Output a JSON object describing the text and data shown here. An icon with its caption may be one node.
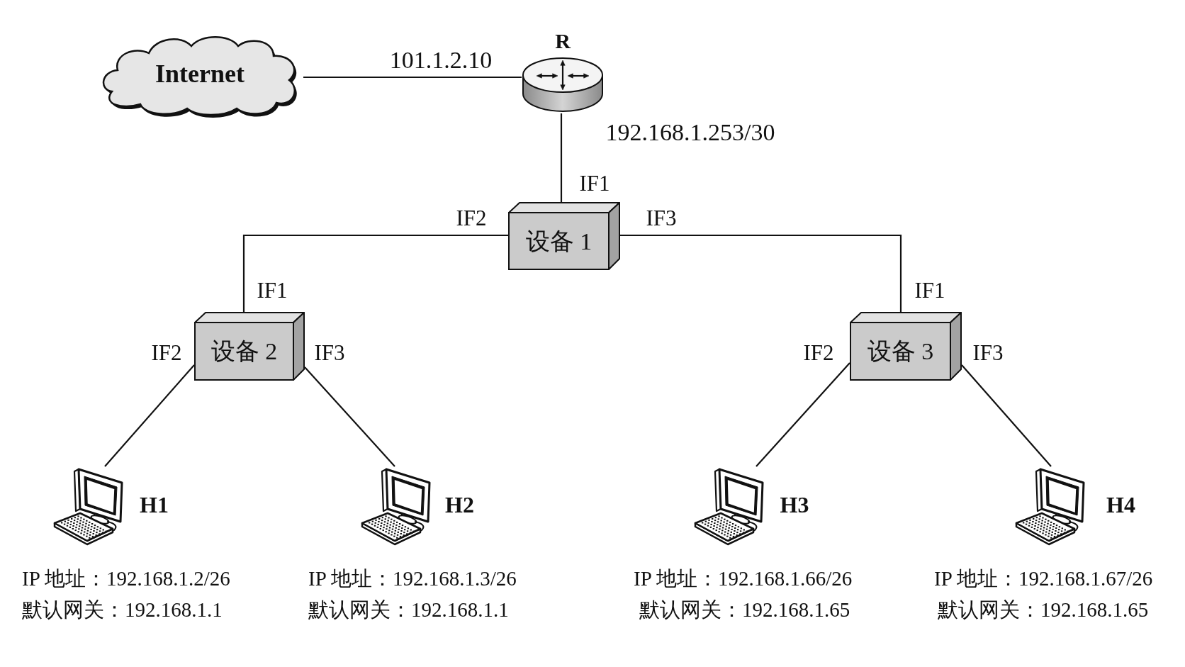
{
  "diagram": {
    "nodes": [
      {
        "text": [
          "Internet"
        ]
      },
      {
        "text": [
          "R"
        ]
      },
      {
        "text": [
          "设备 1"
        ]
      },
      {
        "text": [
          "设备 2"
        ]
      },
      {
        "text": [
          "设备 3"
        ]
      },
      {
        "text": [
          "H1"
        ],
        "beside": [
          "IP 地址：192.168.1.2/26",
          "默认网关：192.168.1.1"
        ]
      },
      {
        "text": [
          "H2"
        ],
        "beside": [
          "IP 地址：192.168.1.3/26",
          "默认网关：192.168.1.1"
        ]
      },
      {
        "text": [
          "H3"
        ],
        "beside": [
          "IP 地址：192.168.1.66/26",
          "默认网关：192.168.1.65"
        ]
      },
      {
        "text": [
          "H4"
        ],
        "beside": [
          "IP 地址：192.168.1.67/26",
          "默认网关：192.168.1.65"
        ]
      }
    ],
    "edges": [
      {
        "from": 0,
        "to": 1,
        "arrow": "none",
        "label": "101.1.2.10"
      },
      {
        "from": 1,
        "to": 2,
        "arrow": "none",
        "label": "192.168.1.253/30"
      },
      {
        "from": 2,
        "to": 3,
        "arrow": "none"
      },
      {
        "from": 2,
        "to": 4,
        "arrow": "none"
      },
      {
        "from": 3,
        "to": 5,
        "arrow": "none"
      },
      {
        "from": 3,
        "to": 6,
        "arrow": "none"
      },
      {
        "from": 4,
        "to": 7,
        "arrow": "none"
      },
      {
        "from": 4,
        "to": 8,
        "arrow": "none"
      }
    ],
    "labels": [
      "IF1",
      "IF2",
      "IF3",
      "IF1",
      "IF1",
      "IF2",
      "IF3",
      "IF2",
      "IF3"
    ]
  }
}
